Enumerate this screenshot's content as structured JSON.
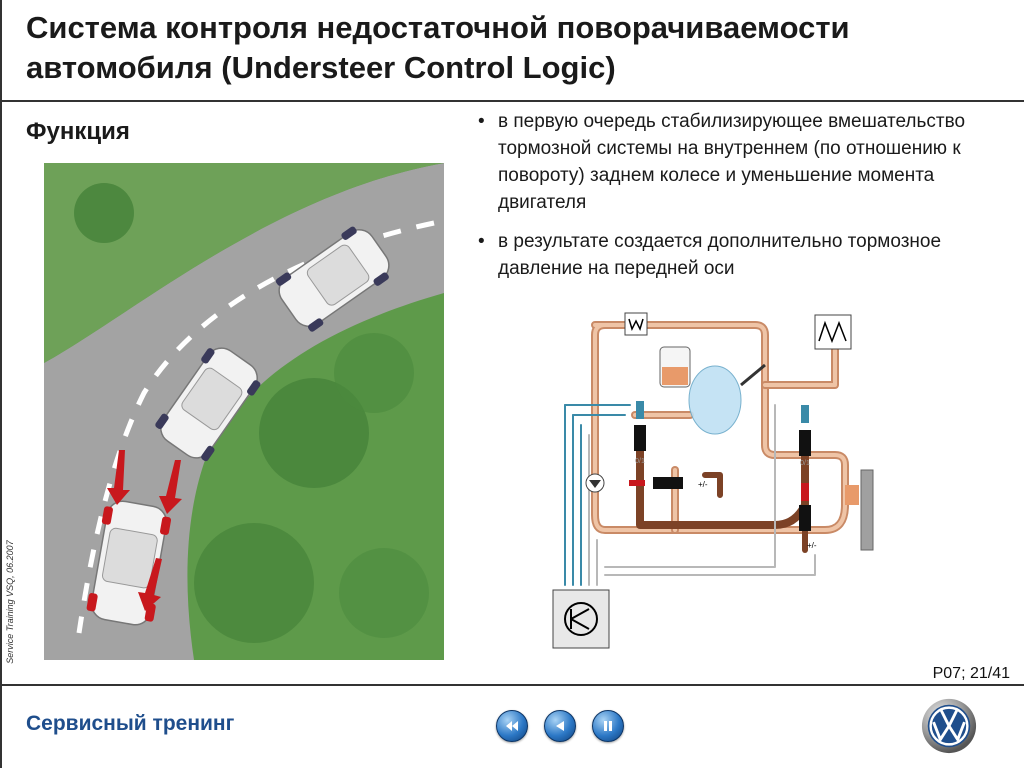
{
  "slide": {
    "title": "Система контроля недостаточной поворачиваемости автомобиля (Understeer Control Logic)",
    "section_title": "Функция",
    "bullets": [
      "в первую очередь стабилизирующее вмешательство тормозной системы на внутреннем (по отношению к повороту) заднем колесе и уменьшение момента двигателя",
      "в результате создается дополнительно тормозное давление на передней оси"
    ],
    "diagram_labels": {
      "valve_state_left": "0/1",
      "valve_state_right": "0/1",
      "pressure_mid": "+/-",
      "pressure_bottom": "+/-"
    },
    "side_note": "Service Training VSQ, 06.2007",
    "page_number": "P07; 21/41"
  },
  "footer": {
    "label": "Сервисный тренинг",
    "nav_buttons": [
      "rewind-icon",
      "back-icon",
      "pause-icon"
    ]
  },
  "icons": {
    "brand_logo": "vw-logo"
  },
  "colors": {
    "accent": "#1f4e8c",
    "road": "#a3a3a3",
    "grass": "#5e9a4a",
    "brake_line": "#9a5a3a",
    "brake_line_light": "#e9b38f",
    "signal_line": "#3a8aa8",
    "arrow": "#c8181d"
  }
}
